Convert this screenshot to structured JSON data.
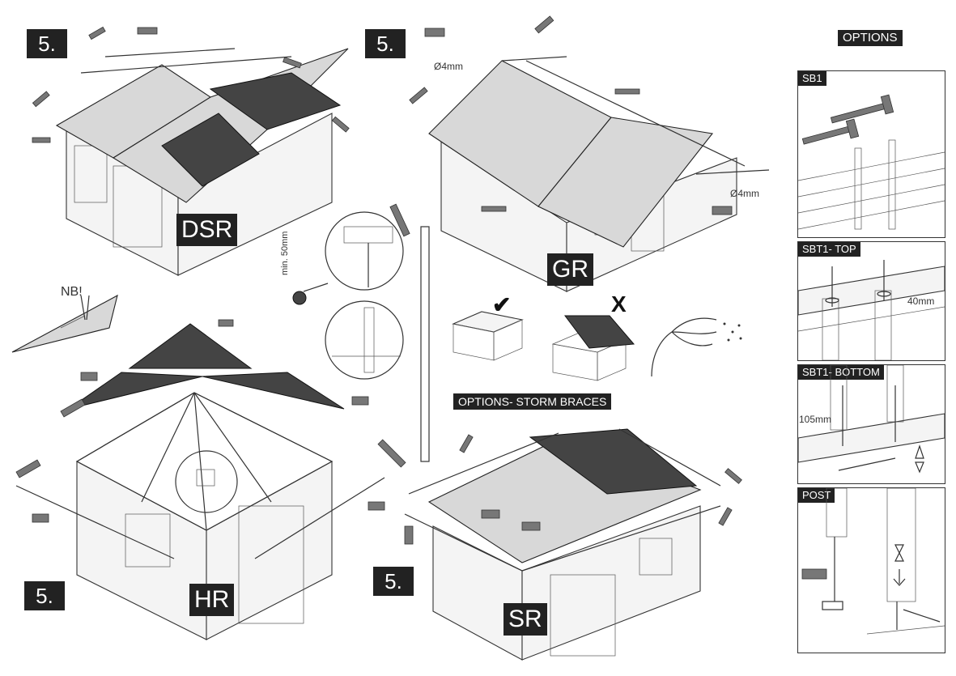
{
  "steps": {
    "dsr": "5.",
    "gr": "5.",
    "hr": "5.",
    "sr": "5."
  },
  "models": {
    "dsr": "DSR",
    "gr": "GR",
    "hr": "HR",
    "sr": "SR"
  },
  "notes": {
    "drill_gr_top": "Ø4mm",
    "drill_gr_side": "Ø4mm",
    "nb": "NB!",
    "min_50": "min. 50mm",
    "check": "✔",
    "cross": "X"
  },
  "storm_title": "OPTIONS- STORM BRACES",
  "options": {
    "title": "OPTIONS",
    "panels": {
      "sb1": {
        "tag": "SB1"
      },
      "sbt1_top": {
        "tag": "SBT1- TOP",
        "dim": "40mm"
      },
      "sbt1_bottom": {
        "tag": "SBT1- BOTTOM",
        "dim": "105mm"
      },
      "post": {
        "tag": "POST"
      }
    }
  }
}
